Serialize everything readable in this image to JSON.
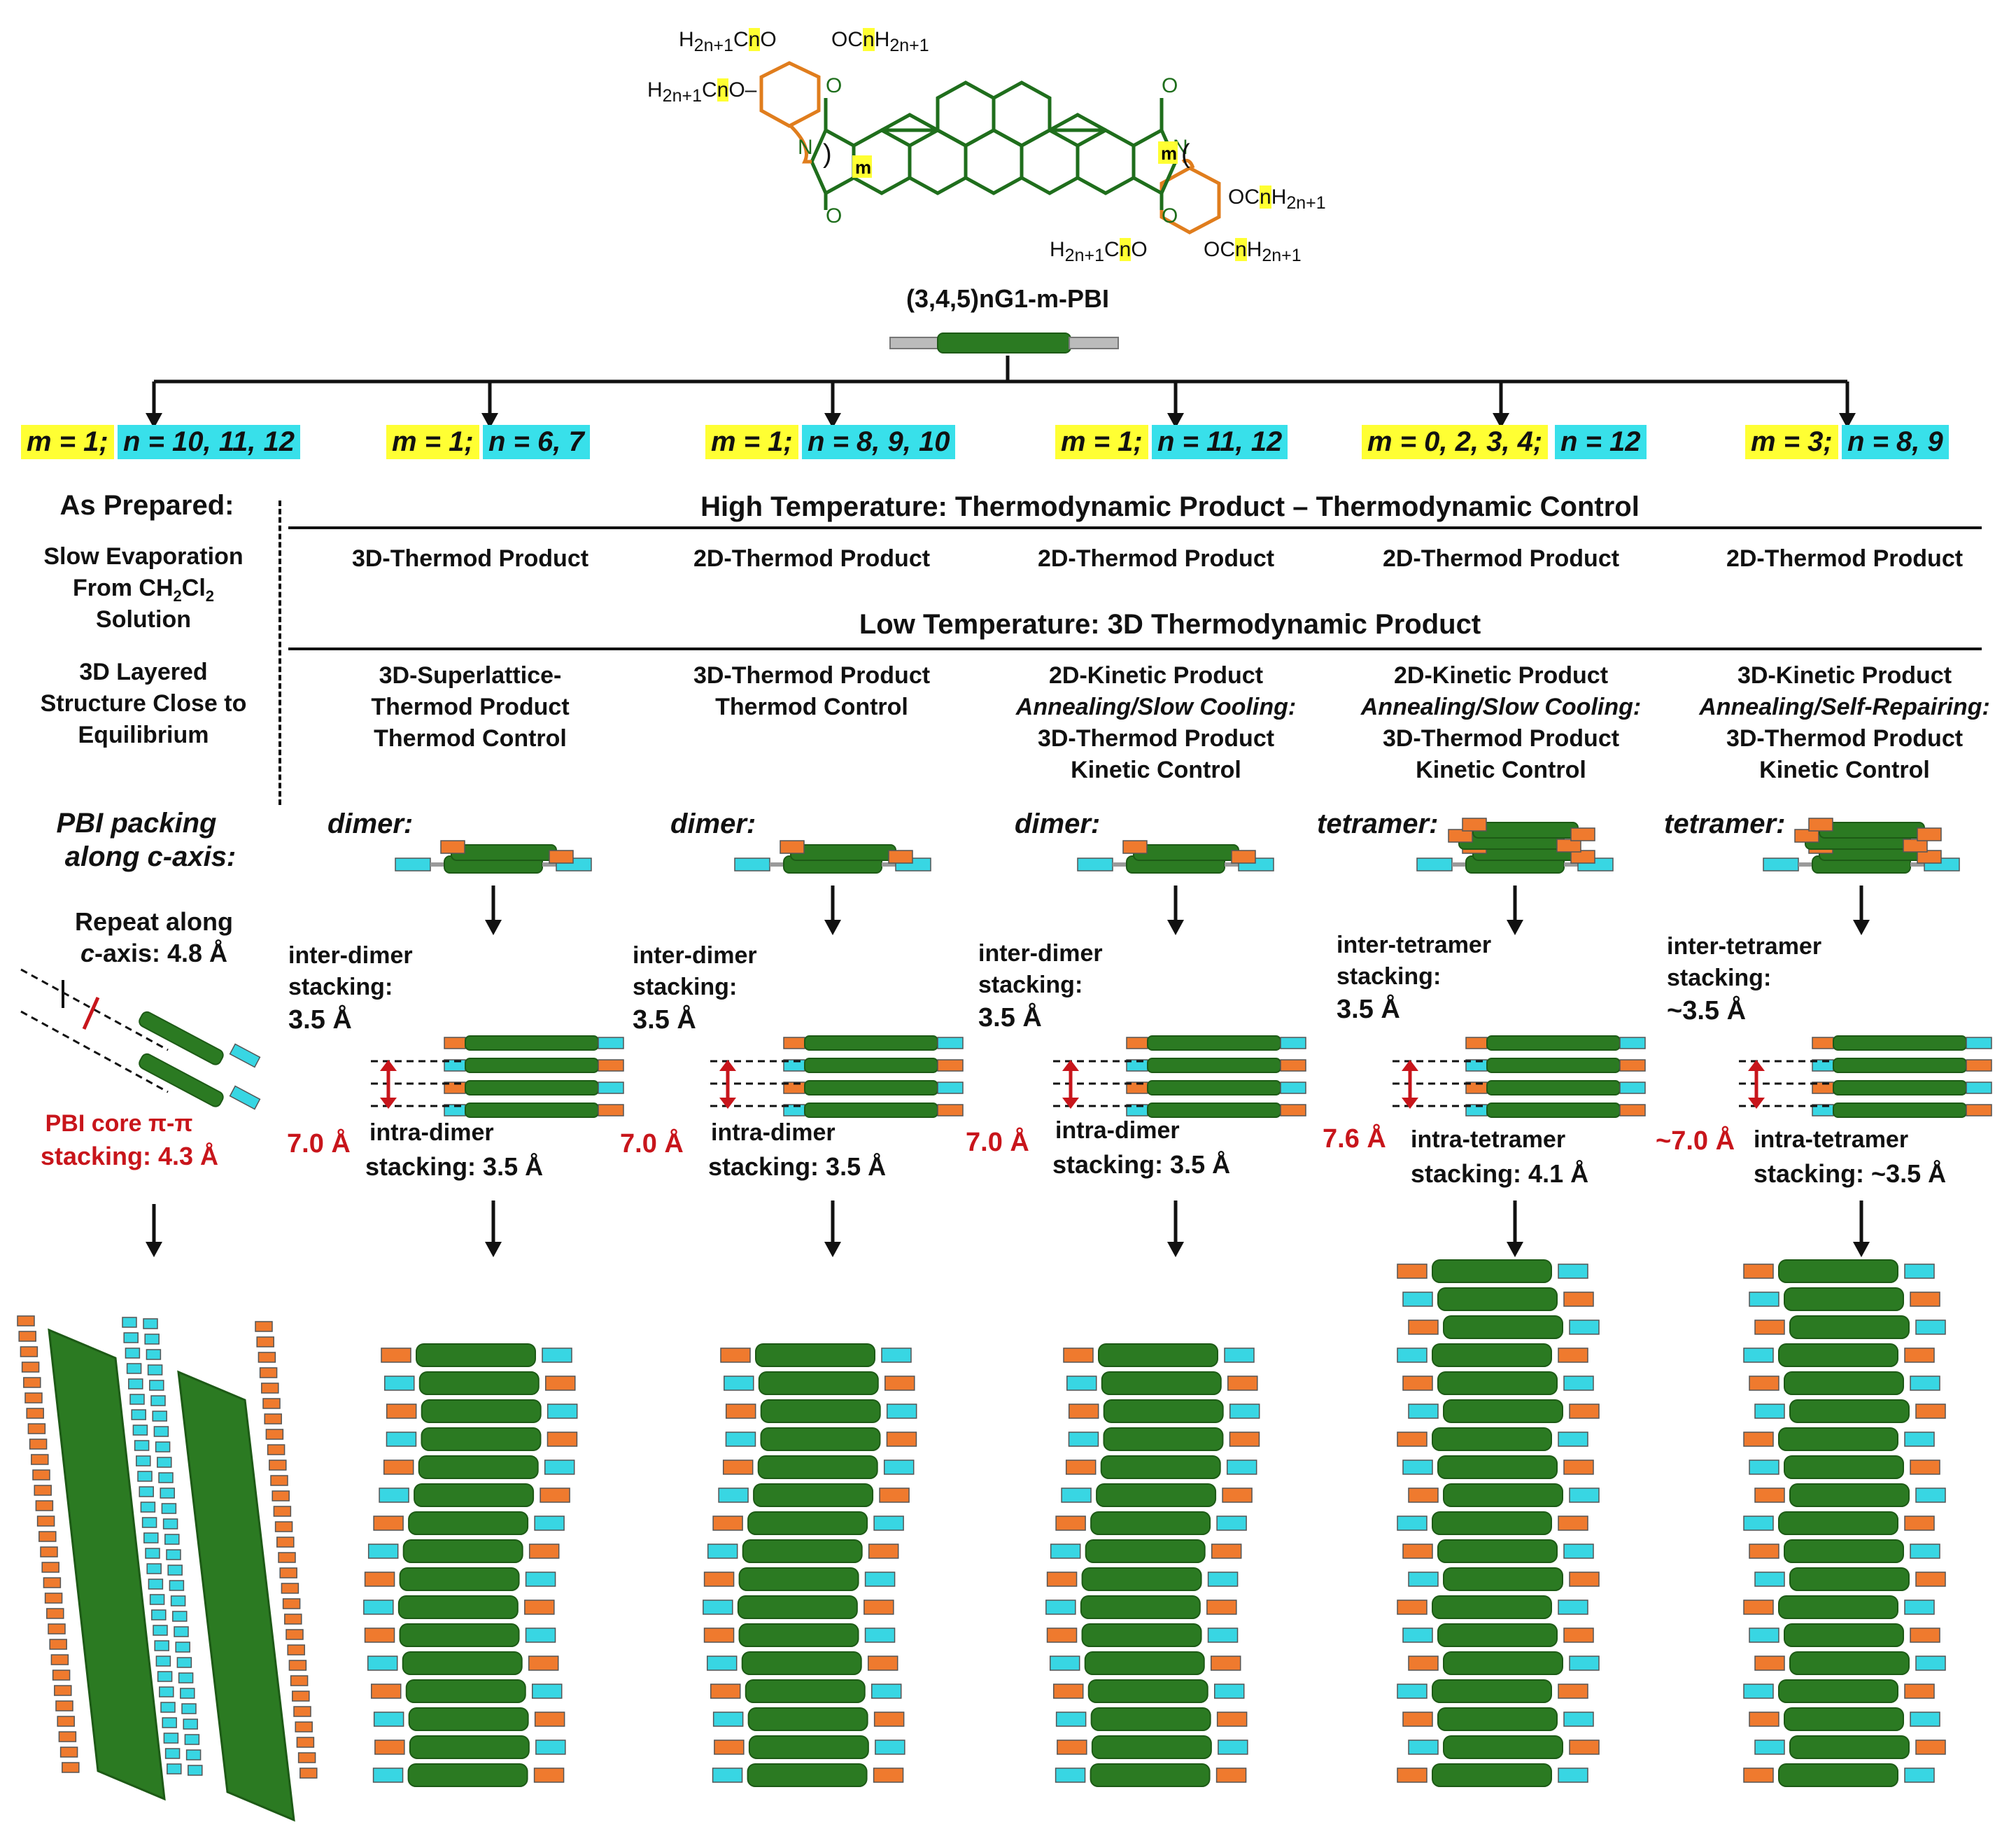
{
  "molecule": {
    "name": "(3,4,5)nG1-m-PBI",
    "subs": {
      "tl": "H2n+1CnO",
      "tr": "OCnH2n+1",
      "ml": "H2n+1CnO–",
      "rr": "OCnH2n+1",
      "bl": "H2n+1CnO",
      "br": "OCnH2n+1"
    },
    "m_tag": "m"
  },
  "branches": [
    {
      "m": "m = 1;",
      "n": "n = 10, 11, 12"
    },
    {
      "m": "m = 1;",
      "n": "n = 6, 7"
    },
    {
      "m": "m = 1;",
      "n": "n = 8, 9, 10"
    },
    {
      "m": "m = 1;",
      "n": "n = 11, 12"
    },
    {
      "m": "m = 0, 2, 3, 4;",
      "n": "n = 12"
    },
    {
      "m": "m = 3;",
      "n": "n = 8, 9"
    }
  ],
  "left": {
    "as_prepared": "As Prepared:",
    "slow_evap_1": "Slow Evaporation",
    "slow_evap_2": "From CH2Cl2",
    "slow_evap_3": "Solution",
    "layered_1": "3D Layered",
    "layered_2": "Structure Close to",
    "layered_3": "Equilibrium",
    "packing_1": "PBI packing",
    "packing_2": "along c-axis:",
    "repeat_1": "Repeat along",
    "repeat_2": "c-axis: 4.8 Å",
    "core_1": "PBI core π-π",
    "core_2": "stacking: 4.3 Å"
  },
  "high_temp": "High Temperature: Thermodynamic Product – Thermodynamic Control",
  "high_products": [
    "3D-Thermod Product",
    "2D-Thermod Product",
    "2D-Thermod Product",
    "2D-Thermod Product",
    "2D-Thermod Product"
  ],
  "low_temp": "Low Temperature: 3D Thermodynamic Product",
  "low_products": [
    {
      "l1": "3D-Superlattice-",
      "l2": "Thermod Product",
      "l3": "Thermod Control",
      "l4": ""
    },
    {
      "l1": "3D-Thermod Product",
      "l2": "Thermod Control",
      "l3": "",
      "l4": ""
    },
    {
      "l1": "2D-Kinetic Product",
      "l2": "Annealing/Slow Cooling:",
      "l3": "3D-Thermod Product",
      "l4": "Kinetic Control"
    },
    {
      "l1": "2D-Kinetic Product",
      "l2": "Annealing/Slow Cooling:",
      "l3": "3D-Thermod Product",
      "l4": "Kinetic Control"
    },
    {
      "l1": "3D-Kinetic Product",
      "l2": "Annealing/Self-Repairing:",
      "l3": "3D-Thermod Product",
      "l4": "Kinetic Control"
    }
  ],
  "packing_labels": [
    "dimer:",
    "dimer:",
    "dimer:",
    "tetramer:",
    "tetramer:"
  ],
  "stacking": [
    {
      "inter1": "inter-dimer",
      "inter2": "stacking:",
      "inter3": "3.5 Å",
      "repeat": "7.0 Å",
      "intra1": "intra-dimer",
      "intra2": "stacking: 3.5 Å"
    },
    {
      "inter1": "inter-dimer",
      "inter2": "stacking:",
      "inter3": "3.5 Å",
      "repeat": "7.0 Å",
      "intra1": "intra-dimer",
      "intra2": "stacking: 3.5 Å"
    },
    {
      "inter1": "inter-dimer",
      "inter2": "stacking:",
      "inter3": "3.5 Å",
      "repeat": "7.0 Å",
      "intra1": "intra-dimer",
      "intra2": "stacking: 3.5 Å"
    },
    {
      "inter1": "inter-tetramer",
      "inter2": "stacking:",
      "inter3": "3.5 Å",
      "repeat": "7.6 Å",
      "intra1": "intra-tetramer",
      "intra2": "stacking: 4.1 Å"
    },
    {
      "inter1": "inter-tetramer",
      "inter2": "stacking:",
      "inter3": "~3.5 Å",
      "repeat": "~7.0 Å",
      "intra1": "intra-tetramer",
      "intra2": "stacking: ~3.5 Å"
    }
  ],
  "colors": {
    "core": "#2b7a22",
    "core_dark": "#1d5a16",
    "dendron": "#ef7a2e",
    "alkyl": "#38d6e3",
    "link": "#9a9a9a",
    "highlight_y": "#ffff33",
    "highlight_c": "#38e0ea",
    "red": "#c8151b"
  }
}
